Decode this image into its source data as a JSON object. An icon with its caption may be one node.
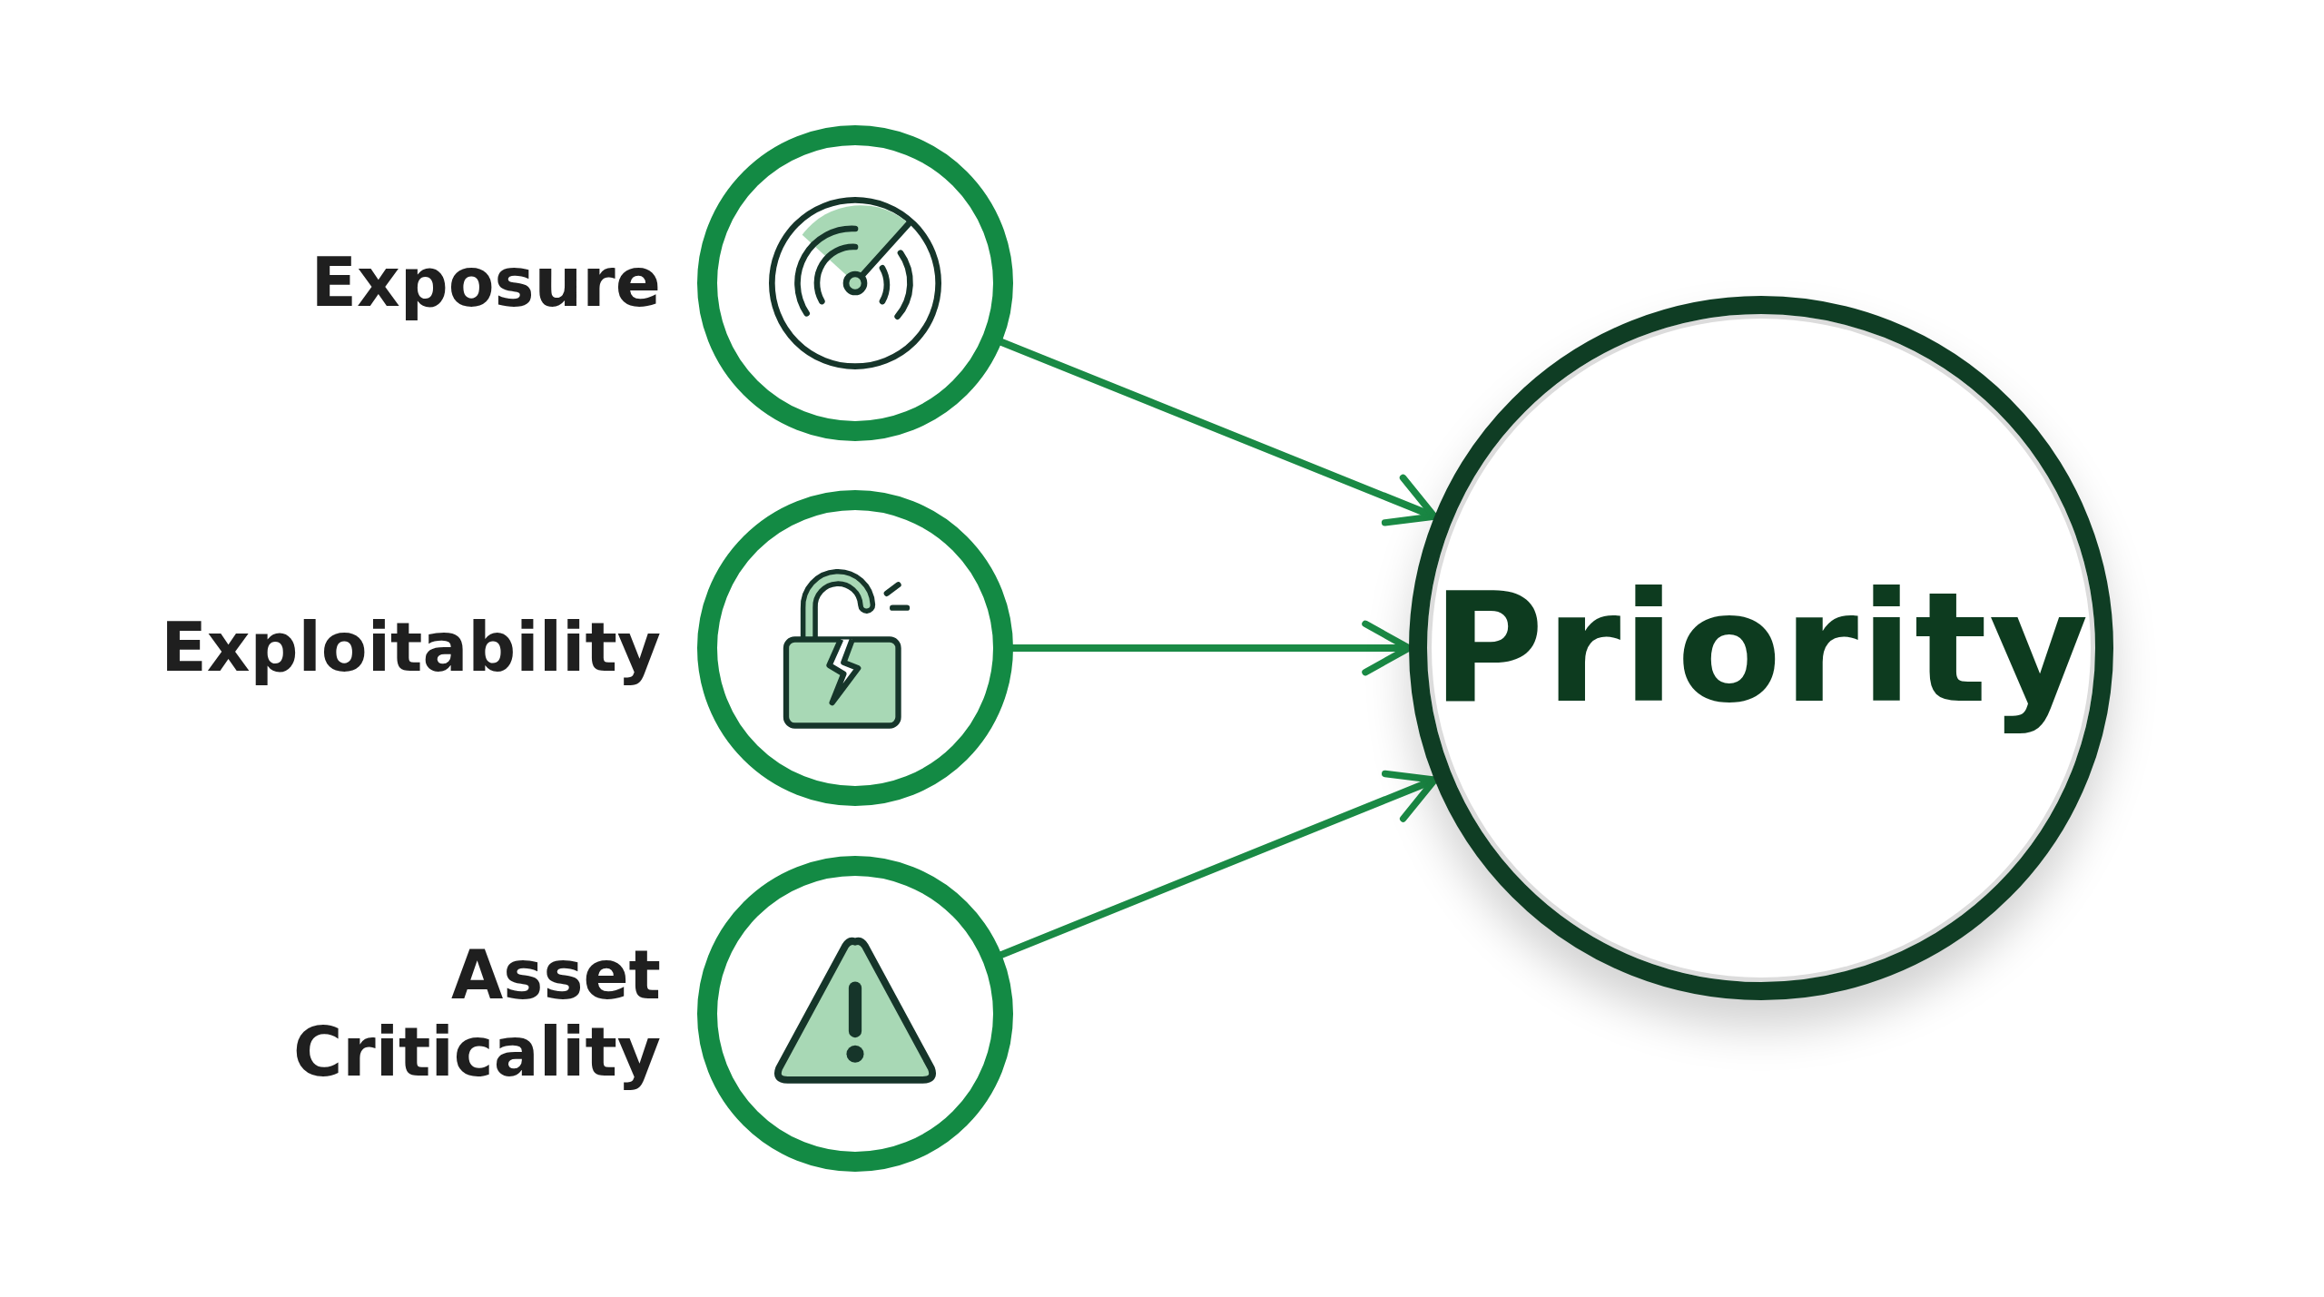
{
  "diagram": {
    "nodes": [
      {
        "text": [],
        "shape": "circle",
        "beside": [
          "Exposure"
        ]
      },
      {
        "text": [],
        "shape": "circle",
        "beside": [
          "Exploitability"
        ]
      },
      {
        "text": [],
        "shape": "circle",
        "beside": [
          "Asset Criticality"
        ]
      },
      {
        "text": [
          "Priority"
        ]
      }
    ],
    "edges": [
      {
        "from": 0,
        "to": 3,
        "arrow": "to"
      },
      {
        "from": 1,
        "to": 3,
        "arrow": "to"
      },
      {
        "from": 2,
        "to": 3,
        "arrow": "to"
      }
    ]
  }
}
